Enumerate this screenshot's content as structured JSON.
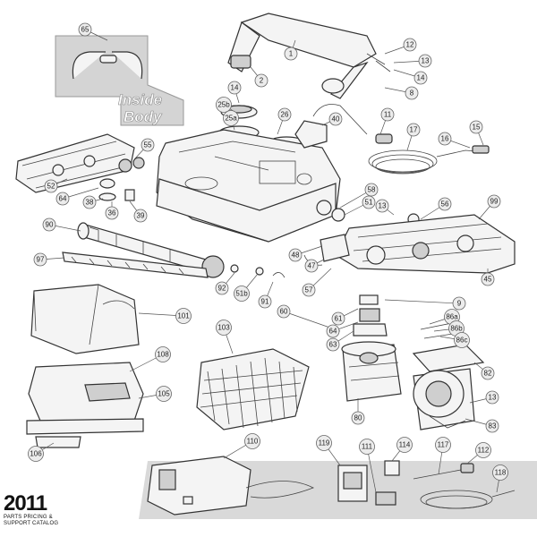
{
  "inset": {
    "label_line1": "Inside",
    "label_line2": "Body"
  },
  "footer": {
    "year": "2011",
    "line1": "PARTS PRICING &",
    "line2": "SUPPORT CATALOG"
  },
  "callouts": [
    {
      "id": "65"
    },
    {
      "id": "1"
    },
    {
      "id": "12"
    },
    {
      "id": "13"
    },
    {
      "id": "14"
    },
    {
      "id": "2"
    },
    {
      "id": "8"
    },
    {
      "id": "14"
    },
    {
      "id": "25b"
    },
    {
      "id": "25a"
    },
    {
      "id": "26"
    },
    {
      "id": "40"
    },
    {
      "id": "11"
    },
    {
      "id": "17"
    },
    {
      "id": "16"
    },
    {
      "id": "15"
    },
    {
      "id": "55"
    },
    {
      "id": "52"
    },
    {
      "id": "64"
    },
    {
      "id": "38"
    },
    {
      "id": "36"
    },
    {
      "id": "39"
    },
    {
      "id": "58"
    },
    {
      "id": "51"
    },
    {
      "id": "13"
    },
    {
      "id": "56"
    },
    {
      "id": "99"
    },
    {
      "id": "90"
    },
    {
      "id": "97"
    },
    {
      "id": "48"
    },
    {
      "id": "47"
    },
    {
      "id": "45"
    },
    {
      "id": "92"
    },
    {
      "id": "51b"
    },
    {
      "id": "91"
    },
    {
      "id": "57"
    },
    {
      "id": "9"
    },
    {
      "id": "101"
    },
    {
      "id": "60"
    },
    {
      "id": "61"
    },
    {
      "id": "64"
    },
    {
      "id": "63"
    },
    {
      "id": "86a"
    },
    {
      "id": "86b"
    },
    {
      "id": "86c"
    },
    {
      "id": "103"
    },
    {
      "id": "108"
    },
    {
      "id": "82"
    },
    {
      "id": "105"
    },
    {
      "id": "13"
    },
    {
      "id": "80"
    },
    {
      "id": "83"
    },
    {
      "id": "106"
    },
    {
      "id": "110"
    },
    {
      "id": "119"
    },
    {
      "id": "111"
    },
    {
      "id": "114"
    },
    {
      "id": "117"
    },
    {
      "id": "112"
    },
    {
      "id": "118"
    }
  ]
}
